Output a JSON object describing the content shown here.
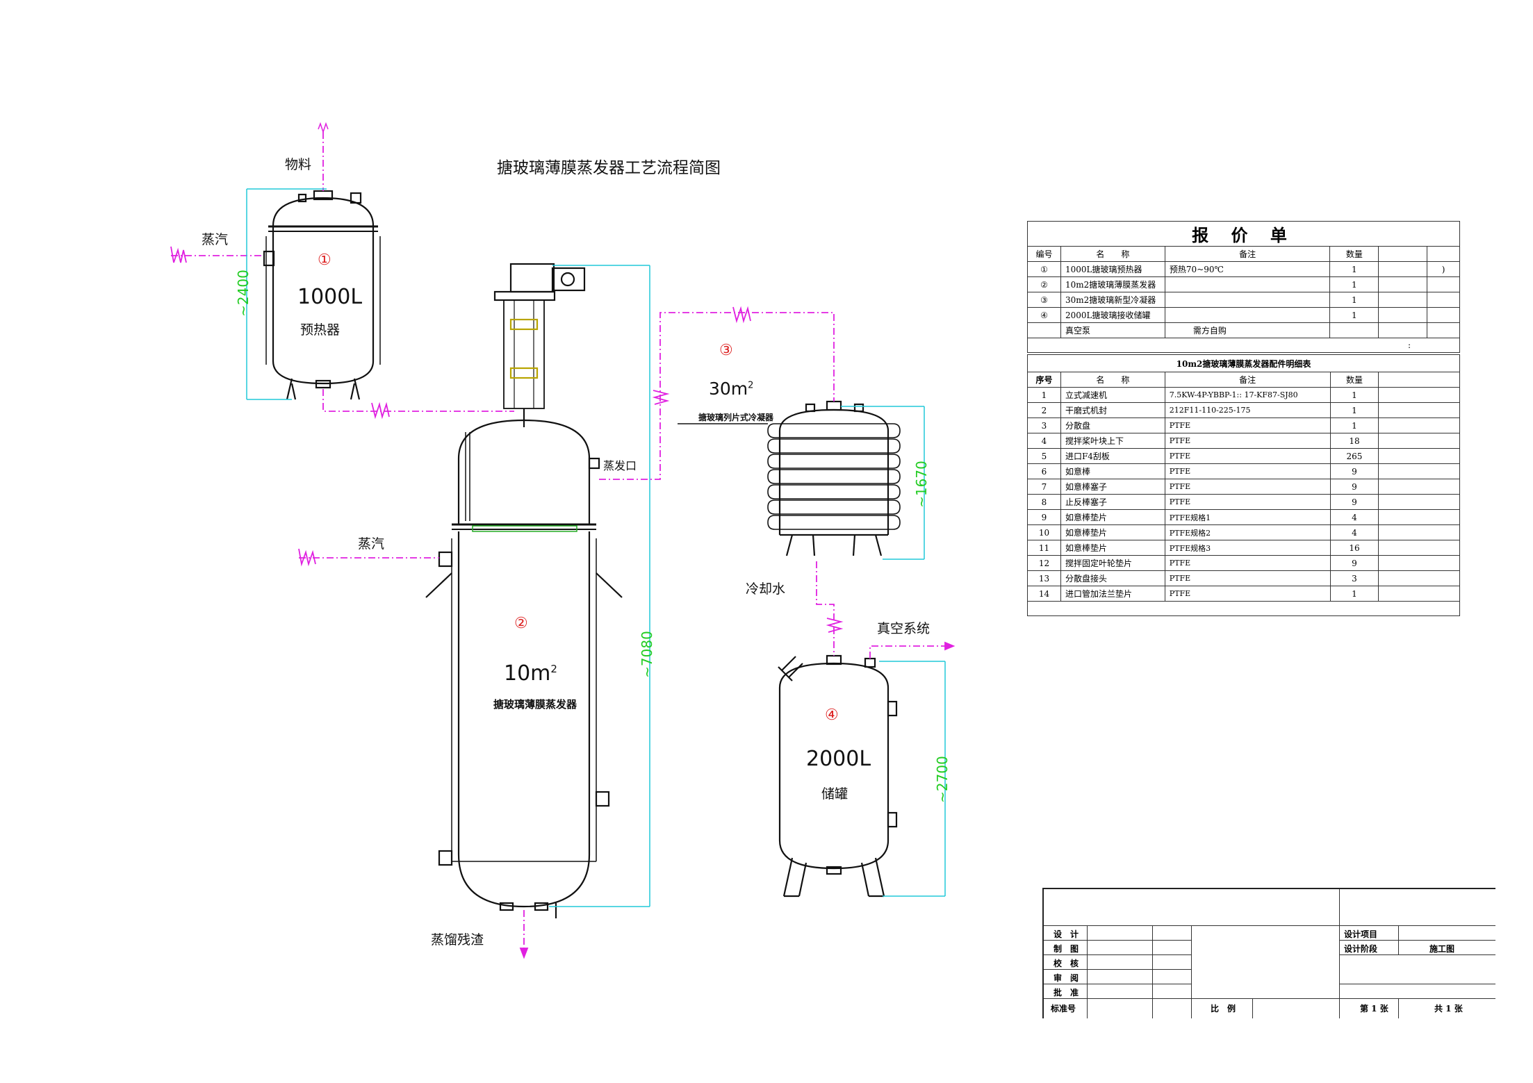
{
  "diagram": {
    "title": "搪玻璃薄膜蒸发器工艺流程简图",
    "labels": {
      "material": "物料",
      "steam_1": "蒸汽",
      "steam_2": "蒸汽",
      "evap_port": "蒸发口",
      "cooling_water": "冷却水",
      "vacuum_system": "真空系统",
      "residue": "蒸馏残渣"
    },
    "equipment": [
      {
        "no": "①",
        "volume": "1000L",
        "name": "预热器"
      },
      {
        "no": "②",
        "volume": "10m",
        "sup": "2",
        "name": "搪玻璃薄膜蒸发器"
      },
      {
        "no": "③",
        "volume": "30m",
        "sup": "2",
        "name": "搪玻璃列片式冷凝器"
      },
      {
        "no": "④",
        "volume": "2000L",
        "name": "储罐"
      }
    ],
    "dimensions": [
      "~2400",
      "~7080",
      "~1670",
      "~2700"
    ]
  },
  "quote": {
    "title": "报 价 单",
    "headers": [
      "编号",
      "名　　称",
      "备注",
      "数量"
    ],
    "rows": [
      {
        "no": "①",
        "name": "1000L搪玻璃预热器",
        "remark": "预热70~90℃",
        "qty": "1",
        "extra": ")"
      },
      {
        "no": "②",
        "name": "10m2搪玻璃薄膜蒸发器",
        "remark": "",
        "qty": "1",
        "extra": ""
      },
      {
        "no": "③",
        "name": "30m2搪玻璃新型冷凝器",
        "remark": "",
        "qty": "1",
        "extra": ""
      },
      {
        "no": "④",
        "name": "2000L搪玻璃接收储罐",
        "remark": "",
        "qty": "1",
        "extra": ""
      },
      {
        "no": "",
        "name": "真空泵",
        "remark": "需方自购",
        "qty": "",
        "extra": ""
      }
    ],
    "footnote": ":"
  },
  "parts": {
    "title": "10m2搪玻璃薄膜蒸发器配件明细表",
    "headers": [
      "序号",
      "名　　称",
      "备注",
      "数量"
    ],
    "rows": [
      {
        "no": "1",
        "name": "立式减速机",
        "remark": "7.5KW-4P-YBBP-1:: 17-KF87-SJ80",
        "qty": "1"
      },
      {
        "no": "2",
        "name": "干磨式机封",
        "remark": "212F11-110-225-175",
        "qty": "1"
      },
      {
        "no": "3",
        "name": "分散盘",
        "remark": "PTFE",
        "qty": "1"
      },
      {
        "no": "4",
        "name": "搅拌桨叶块上下",
        "remark": "PTFE",
        "qty": "18"
      },
      {
        "no": "5",
        "name": "进口F4刮板",
        "remark": "PTFE",
        "qty": "265"
      },
      {
        "no": "6",
        "name": "如意棒",
        "remark": "PTFE",
        "qty": "9"
      },
      {
        "no": "7",
        "name": "如意棒塞子",
        "remark": "PTFE",
        "qty": "9"
      },
      {
        "no": "8",
        "name": "止反棒塞子",
        "remark": "PTFE",
        "qty": "9"
      },
      {
        "no": "9",
        "name": "如意棒垫片",
        "remark": "PTFE规格1",
        "qty": "4"
      },
      {
        "no": "10",
        "name": "如意棒垫片",
        "remark": "PTFE规格2",
        "qty": "4"
      },
      {
        "no": "11",
        "name": "如意棒垫片",
        "remark": "PTFE规格3",
        "qty": "16"
      },
      {
        "no": "12",
        "name": "搅拌固定叶轮垫片",
        "remark": "PTFE",
        "qty": "9"
      },
      {
        "no": "13",
        "name": "分散盘接头",
        "remark": "PTFE",
        "qty": "3"
      },
      {
        "no": "14",
        "name": "进口管加法兰垫片",
        "remark": "PTFE",
        "qty": "1"
      }
    ]
  },
  "title_block": {
    "left_labels": [
      "设　计",
      "制　图",
      "校　核",
      "审　阅",
      "批　准",
      "标准号"
    ],
    "scale_label": "比　例",
    "project_label": "设计项目",
    "stage_label": "设计阶段",
    "stage_value": "施工图",
    "sheet_no": "第 1 张",
    "sheet_total": "共 1 张"
  },
  "colors": {
    "magenta": "#e020e0",
    "cyan": "#20c8d8",
    "green": "#22cc22",
    "red": "#dd2222",
    "line": "#111111"
  }
}
